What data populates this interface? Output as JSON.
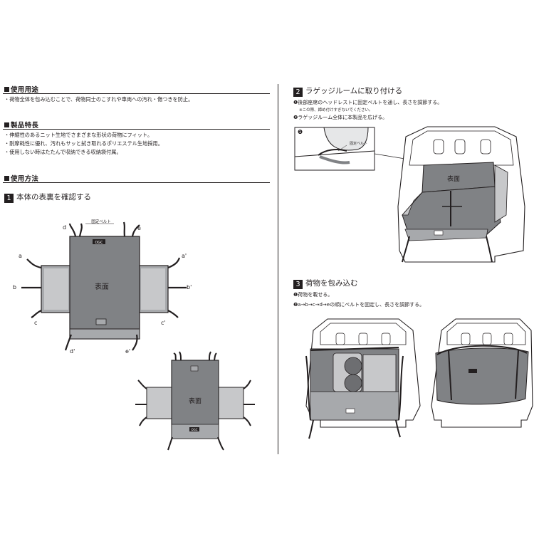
{
  "usage": {
    "title": "使用用途",
    "bullets": [
      "・荷物全体を包み込むことで、荷物同士のこすれや車両への汚れ・傷つきを防止。"
    ]
  },
  "features": {
    "title": "製品特長",
    "bullets": [
      "・伸縮性のあるニット生地でさまざまな形状の荷物にフィット。",
      "・耐摩耗性に優れ、汚れもサッと拭き取れるポリエステル生地採用。",
      "・使用しない時はたたんで収納できる収納袋付属。"
    ]
  },
  "method": {
    "title": "使用方法"
  },
  "step1": {
    "num": "1",
    "title": "本体の表裏を確認する",
    "belt_label": "固定ベルト",
    "front_label": "表面",
    "logo": "OGC",
    "letters": {
      "a": "a",
      "b": "b",
      "c": "c",
      "d": "d",
      "e": "e",
      "a2": "a'",
      "b2": "b'",
      "c2": "c'",
      "d2": "d'",
      "e2": "e'"
    }
  },
  "step2": {
    "num": "2",
    "title": "ラゲッジルームに取り付ける",
    "line1_num": "❶",
    "line1": "後部座席のヘッドレストに固定ベルトを通し、長さを調節する。",
    "note": "※この際、締め付けすぎないでください。",
    "line2_num": "❷",
    "line2": "ラゲッジルーム全体に本製品を広げる。",
    "inset_num": "❶",
    "inset_label": "固定ベルト",
    "front_label": "表面"
  },
  "step3": {
    "num": "3",
    "title": "荷物を包み込む",
    "line1_num": "❶",
    "line1": "荷物を載せる。",
    "line2_num": "❷",
    "line2": "a→b→c→d→eの順にベルトを固定し、長さを調節する。",
    "logo": "OGC"
  }
}
